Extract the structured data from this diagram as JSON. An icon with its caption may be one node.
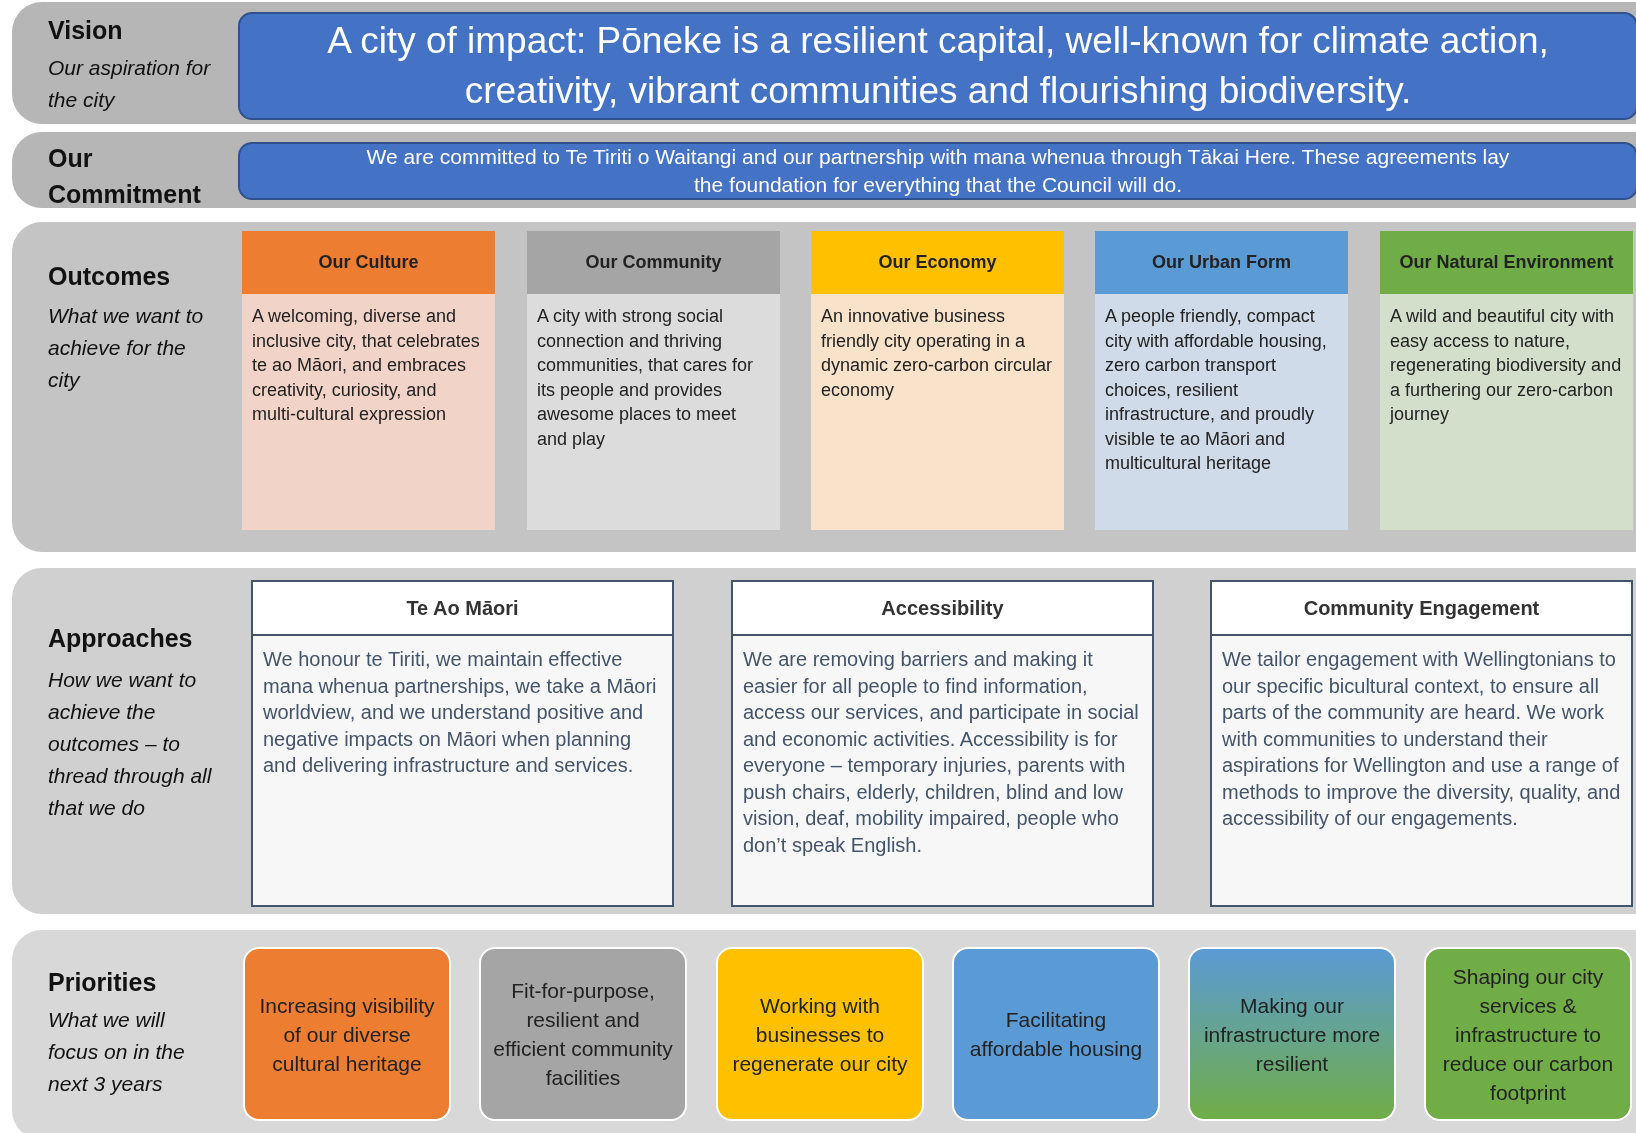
{
  "diagram": {
    "nodes": [
      {
        "text": [
          "Vision",
          "Our aspiration for the city"
        ]
      },
      {
        "text": [
          "A city of impact: Pōneke is a resilient capital, well-known for climate action, creativity, vibrant communities and flourishing biodiversity."
        ],
        "in": 0
      },
      {
        "text": [
          "Our Commitment"
        ]
      },
      {
        "text": [
          "We are committed to Te Tiriti o Waitangi and our partnership with mana whenua through Tākai Here. These agreements lay the foundation for everything that the Council will do."
        ],
        "in": 2
      },
      {
        "text": [
          "Outcomes",
          "What we want to achieve for the city"
        ]
      },
      {
        "text": [
          "Our Culture",
          "A welcoming, diverse and inclusive city, that celebrates te ao Māori, and embraces creativity, curiosity, and multi-cultural expression"
        ],
        "in": 4
      },
      {
        "text": [
          "Our Community",
          "A city with strong social connection and thriving communities, that cares for its people and provides awesome places to meet and play"
        ],
        "in": 4
      },
      {
        "text": [
          "Our Economy",
          "An innovative business friendly city operating in a dynamic zero-carbon circular economy"
        ],
        "in": 4
      },
      {
        "text": [
          "Our Urban Form",
          "A people friendly, compact city with affordable housing, zero carbon transport choices, resilient infrastructure, and proudly visible te ao Māori and multicultural heritage"
        ],
        "in": 4
      },
      {
        "text": [
          "Our Natural Environment",
          "A wild and beautiful city with easy access to nature, regenerating biodiversity and a furthering our zero-carbon journey"
        ],
        "in": 4
      },
      {
        "text": [
          "Approaches",
          "How we want to achieve the outcomes – to thread through all that we do"
        ]
      },
      {
        "text": [
          "Te Ao Māori",
          "We honour te Tiriti, we maintain effective mana whenua partnerships, we take a Māori worldview, and we understand positive and negative impacts on Māori when planning and delivering infrastructure and services."
        ],
        "in": 10
      },
      {
        "text": [
          "Accessibility",
          "We are removing barriers and making it easier for all people to find information, access our services, and participate in social and economic activities. Accessibility is for everyone – temporary injuries, parents with push chairs, elderly, children, blind and low vision, deaf, mobility impaired, people who don’t speak English."
        ],
        "in": 10
      },
      {
        "text": [
          "Community Engagement",
          "We tailor engagement with Wellingtonians to our specific bicultural context, to ensure all parts of the community are heard. We work with communities to understand their aspirations for Wellington and use a range of methods to improve the diversity, quality, and accessibility of our engagements."
        ],
        "in": 10
      },
      {
        "text": [
          "Priorities",
          "What we will focus on in the next 3 years"
        ]
      },
      {
        "text": [
          "Increasing visibility of our diverse cultural heritage"
        ],
        "in": 14
      },
      {
        "text": [
          "Fit-for-purpose, resilient and efficient community facilities"
        ],
        "in": 14
      },
      {
        "text": [
          "Working with businesses to regenerate our city"
        ],
        "in": 14
      },
      {
        "text": [
          "Facilitating affordable housing"
        ],
        "in": 14
      },
      {
        "text": [
          "Making our infrastructure more resilient"
        ],
        "in": 14
      },
      {
        "text": [
          "Shaping our city services & infrastructure to reduce our carbon footprint"
        ],
        "in": 14
      }
    ]
  }
}
